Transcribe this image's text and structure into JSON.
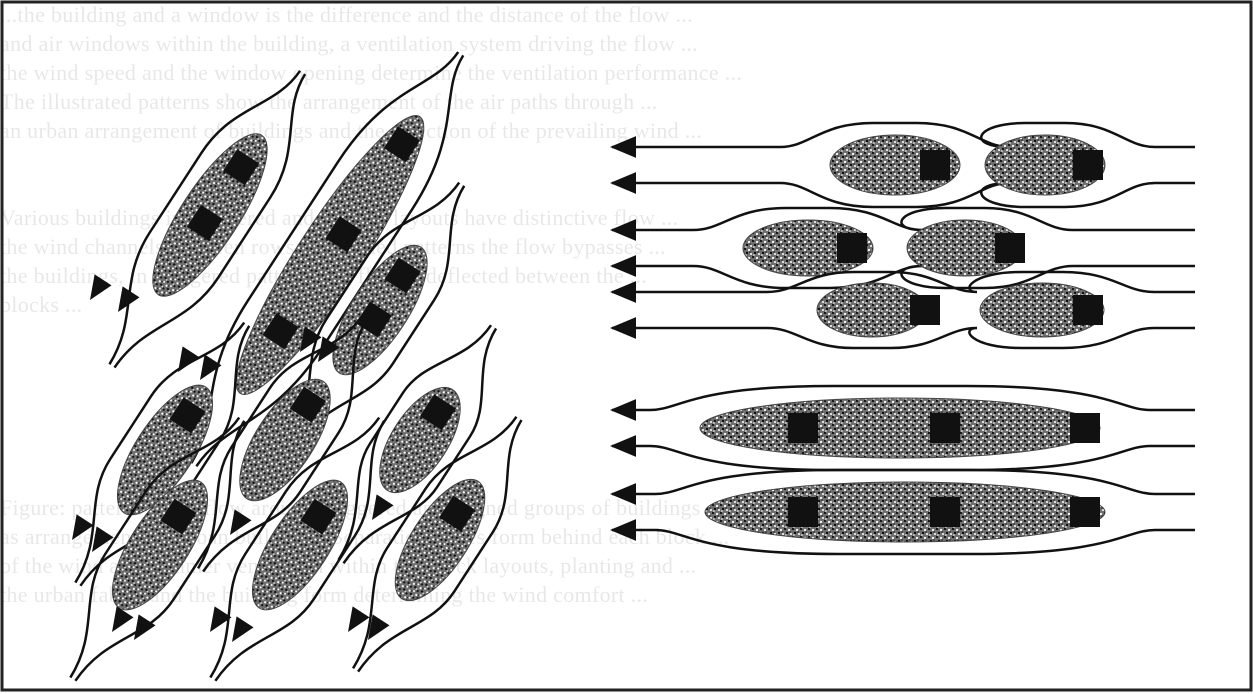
{
  "background_text": [
    "...the building and a window is the difference and the distance of the flow ...",
    "and air windows within the building, a ventilation system driving the flow ...",
    "the wind speed and the window opening determine the ventilation performance ...",
    "The illustrated patterns show the arrangement of the air paths through ...",
    "an urban arrangement of buildings and the direction of the prevailing wind ...",
    "",
    "",
    "Various buildings in staggered and aligned layouts have distinctive flow ...",
    "the wind channels between rows; in aligned patterns the flow bypasses ...",
    "the buildings, in staggered patterns the flow is deflected between the ...",
    "blocks ...",
    "",
    "",
    "",
    "",
    "",
    "",
    "Figure: patterns of air flow around staggered and aligned groups of buildings ...",
    "as arrangements of urban buildings. Separation zones form behind each block ...",
    "of the wind and summer ventilation within the block layouts, planting and ...",
    "the urban fabric and the building form determining the wind comfort ..."
  ],
  "colors": {
    "ink": "#111111",
    "stipple": "#2a2a2a",
    "frame": "#222222",
    "background": "#ffffff"
  },
  "icons": {
    "building": "square-building-icon",
    "flow_arrow": "arrow-left-icon"
  }
}
